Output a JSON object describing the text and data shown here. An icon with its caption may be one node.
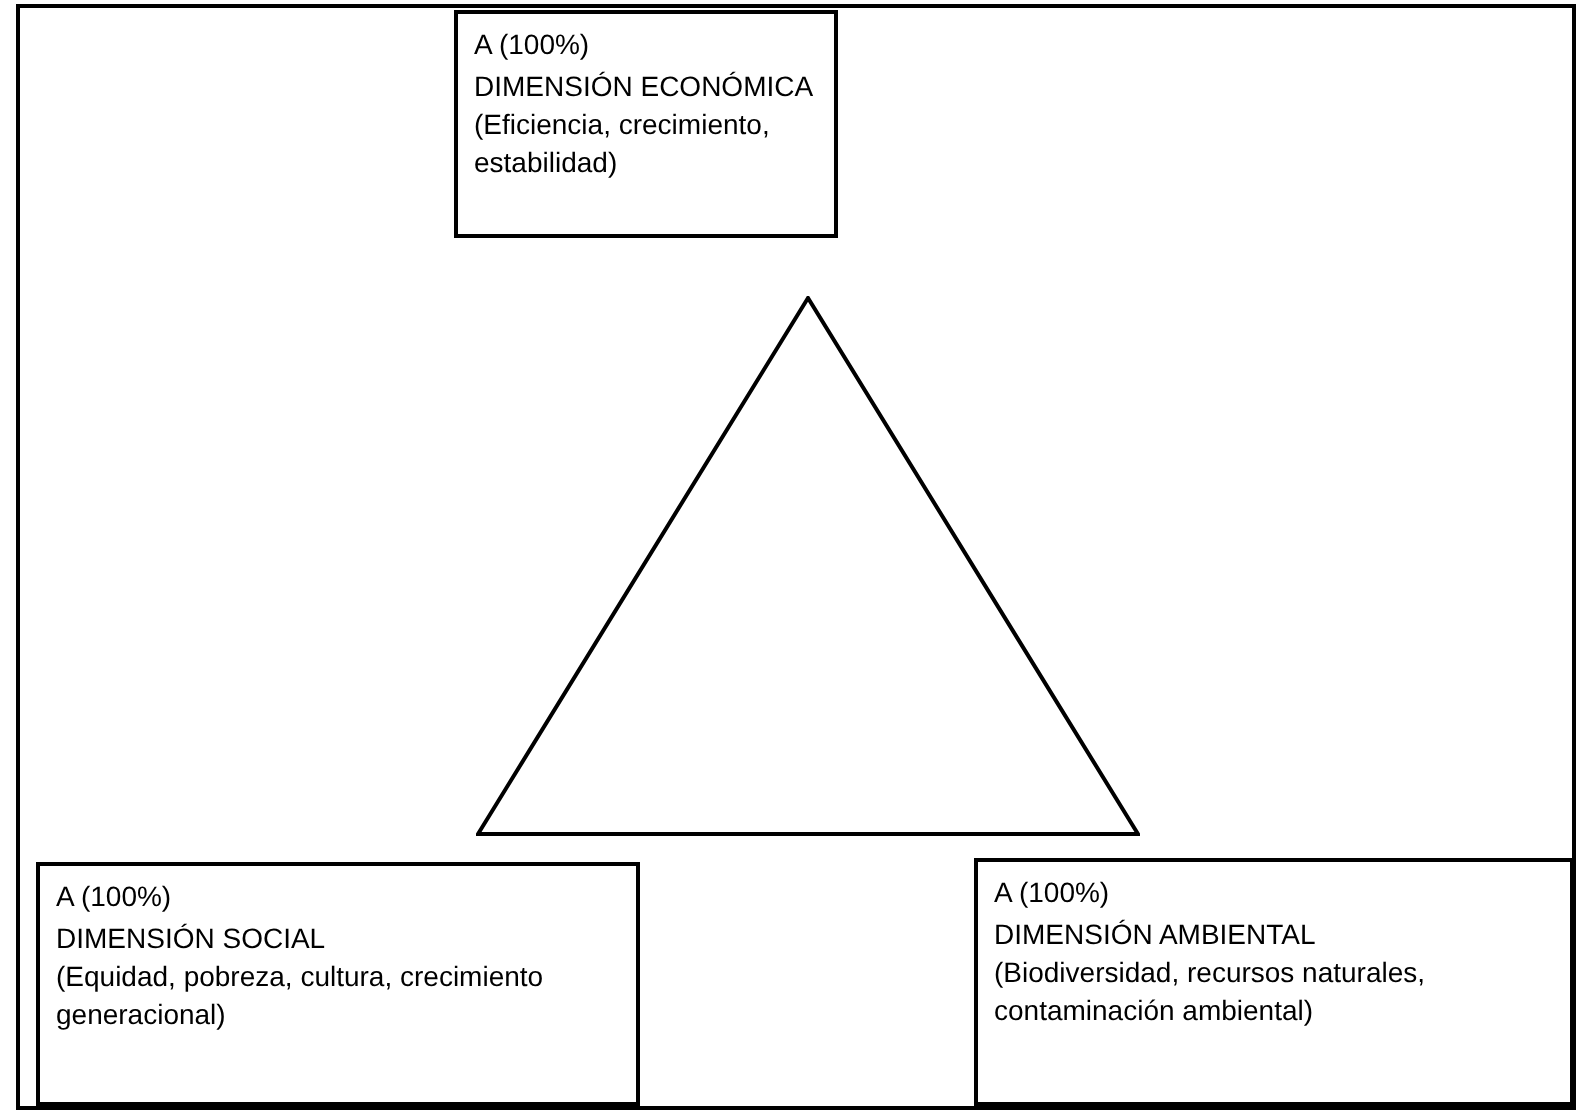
{
  "diagram": {
    "nodes": [
      {
        "text": [
          "A (100%)",
          "DIMENSIÓN ECONÓMICA",
          "(Eficiencia, crecimiento, estabilidad)"
        ]
      },
      {
        "text": [],
        "shape": "triangle"
      },
      {
        "text": [
          "A (100%)",
          "DIMENSIÓN SOCIAL",
          "(Equidad, pobreza, cultura, crecimiento generacional)"
        ]
      },
      {
        "text": [
          "A (100%)",
          "DIMENSIÓN AMBIENTAL",
          "(Biodiversidad, recursos naturales, contaminación ambiental)"
        ]
      }
    ]
  }
}
